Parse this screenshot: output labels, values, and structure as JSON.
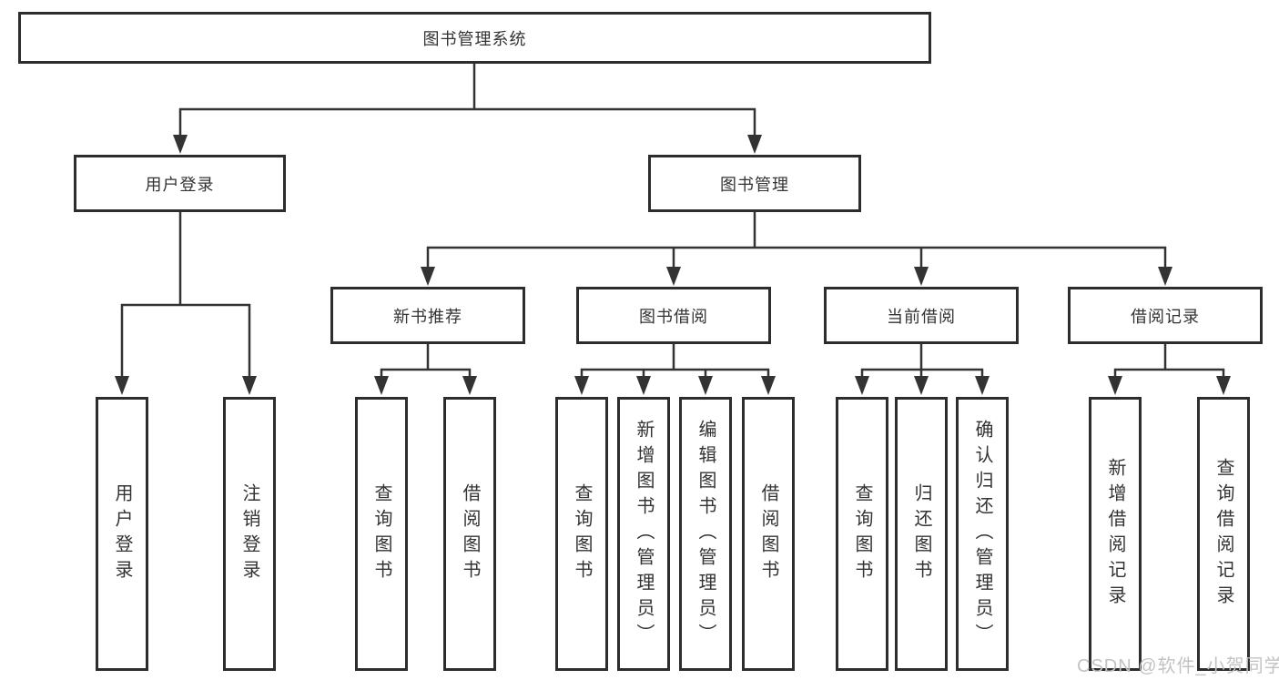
{
  "colors": {
    "line": "#333333",
    "box_border": "#2d2d2d",
    "text": "#333333",
    "watermark": "#c3c3c3"
  },
  "diagram_type": "hierarchy",
  "root": {
    "label": "图书管理系统"
  },
  "branches": [
    {
      "label": "用户登录",
      "children": [
        {
          "label": "用户登录"
        },
        {
          "label": "注销登录"
        }
      ]
    },
    {
      "label": "图书管理",
      "children": [
        {
          "label": "新书推荐",
          "children": [
            {
              "label": "查询图书"
            },
            {
              "label": "借阅图书"
            }
          ]
        },
        {
          "label": "图书借阅",
          "children": [
            {
              "label": "查询图书"
            },
            {
              "label": "新增图书（管理员）"
            },
            {
              "label": "编辑图书（管理员）"
            },
            {
              "label": "借阅图书"
            }
          ]
        },
        {
          "label": "当前借阅",
          "children": [
            {
              "label": "查询图书"
            },
            {
              "label": "归还图书"
            },
            {
              "label": "确认归还（管理员）"
            }
          ]
        },
        {
          "label": "借阅记录",
          "children": [
            {
              "label": "新增借阅记录"
            },
            {
              "label": "查询借阅记录"
            }
          ]
        }
      ]
    }
  ],
  "watermark": "CSDN @软件_小贺同学"
}
